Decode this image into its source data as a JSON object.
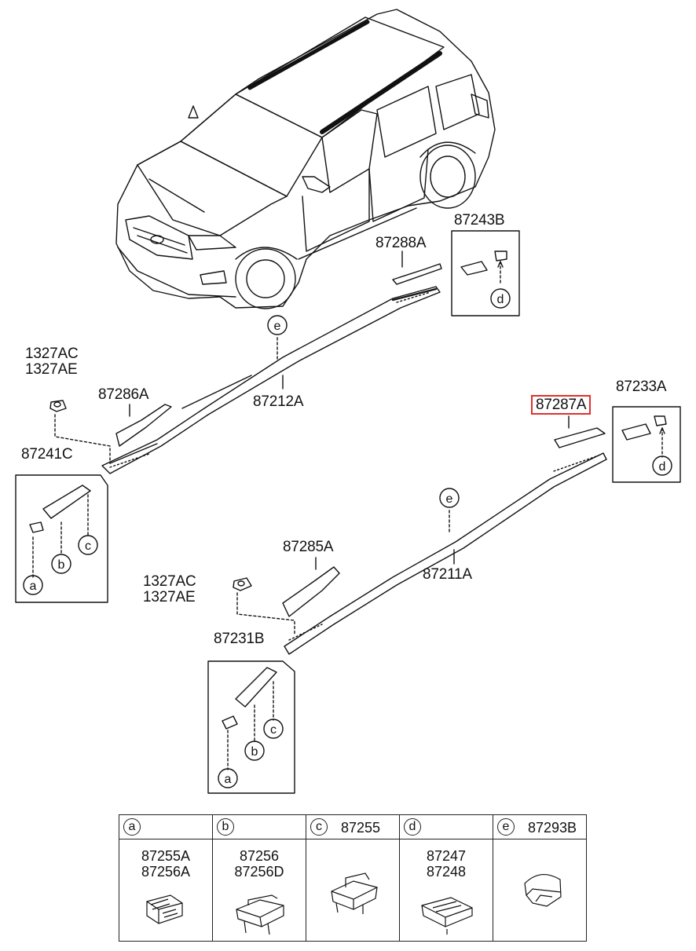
{
  "labels": {
    "p87243B": "87243B",
    "p87288A": "87288A",
    "fastener_top_1": "1327AC",
    "fastener_top_2": "1327AE",
    "p87286A": "87286A",
    "p87212A": "87212A",
    "p87287A": "87287A",
    "p87233A": "87233A",
    "p87241C": "87241C",
    "p87285A": "87285A",
    "p87211A": "87211A",
    "fastener_bot_1": "1327AC",
    "fastener_bot_2": "1327AE",
    "p87231B": "87231B"
  },
  "callouts": {
    "e": "e",
    "d": "d",
    "a": "a",
    "b": "b",
    "c": "c"
  },
  "highlight_color": "#e0302a",
  "legend": [
    {
      "letter": "a",
      "header_part": "",
      "parts": [
        "87255A",
        "87256A"
      ]
    },
    {
      "letter": "b",
      "header_part": "",
      "parts": [
        "87256",
        "87256D"
      ]
    },
    {
      "letter": "c",
      "header_part": "87255",
      "parts": []
    },
    {
      "letter": "d",
      "header_part": "",
      "parts": [
        "87247",
        "87248"
      ]
    },
    {
      "letter": "e",
      "header_part": "87293B",
      "parts": []
    }
  ]
}
